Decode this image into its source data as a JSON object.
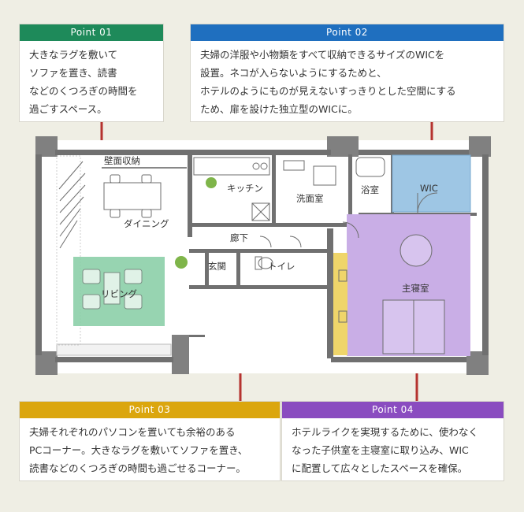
{
  "points": [
    {
      "label": "Point 01",
      "text": "大きなラグを敷いて\nソファを置き、読書\nなどのくつろぎの時間を\n過ごすスペース。",
      "color": "#1e8a5a"
    },
    {
      "label": "Point 02",
      "text": "夫婦の洋服や小物類をすべて収納できるサイズのWICを\n設置。ネコが入らないようにするためと、\nホテルのようにものが見えないすっきりとした空間にする\nため、扉を設けた独立型のWICに。",
      "color": "#1f6fbf"
    },
    {
      "label": "Point 03",
      "text": "夫婦それぞれのパソコンを置いても余裕のある\nPCコーナー。大きなラグを敷いてソファを置き、\n読書などのくつろぎの時間も過ごせるコーナー。",
      "color": "#dba60e"
    },
    {
      "label": "Point 04",
      "text": "ホテルライクを実現するために、使わなく\nなった子供室を主寝室に取り込み、WIC\nに配置して広々としたスペースを確保。",
      "color": "#8a4cc0"
    }
  ],
  "rooms": {
    "wall_storage": "壁面収納",
    "kitchen": "キッチン",
    "washroom": "洗面室",
    "bathroom": "浴室",
    "wic": "WIC",
    "dining": "ダイニング",
    "hallway": "廊下",
    "entrance": "玄関",
    "toilet": "トイレ",
    "living": "リビング",
    "master_bedroom": "主寝室"
  },
  "colors": {
    "line": "#b5332f",
    "living_rug": "#8ccfa8",
    "wic_fill": "#9ec6e4",
    "bedroom_fill": "#c9aee6",
    "pc_corner": "#efd56a",
    "wall": "#6e6e6e"
  }
}
